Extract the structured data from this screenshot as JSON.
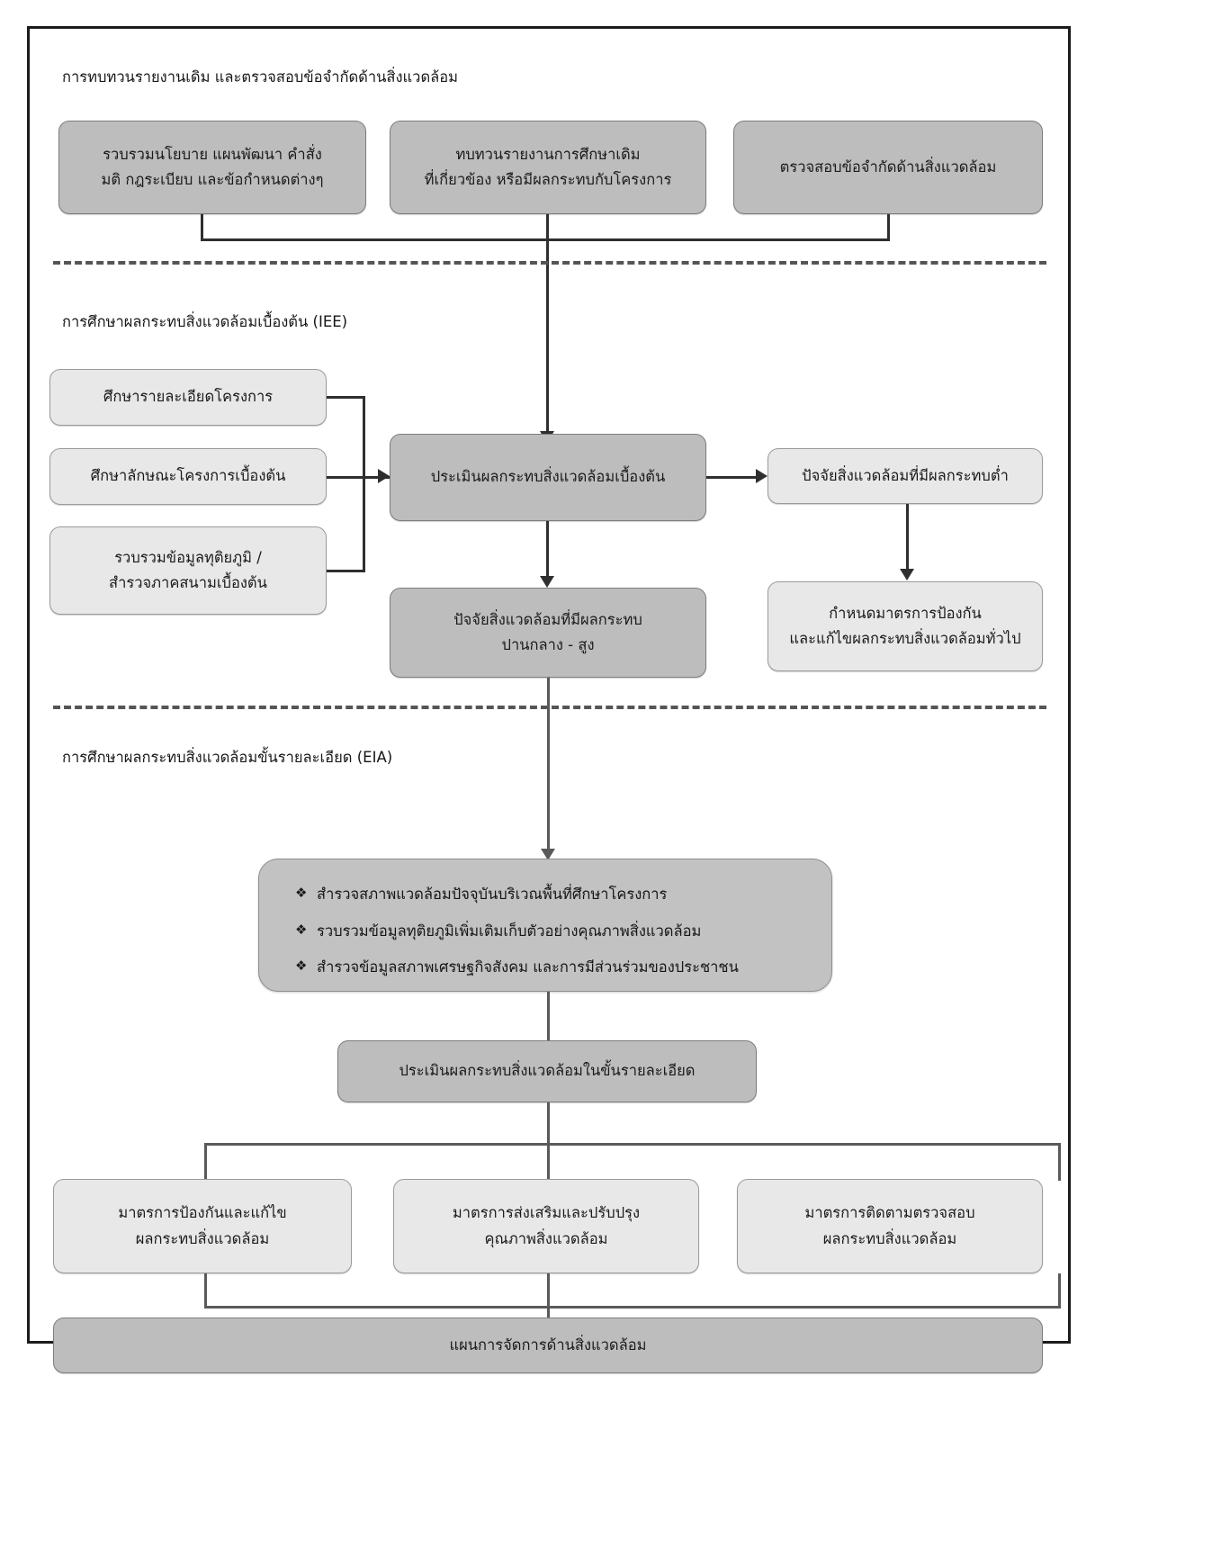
{
  "diagram": {
    "title": "",
    "sections": [
      {
        "id": "review",
        "heading": "การทบทวนรายงานเดิม และตรวจสอบข้อจำกัดด้านสิ่งแวดล้อม",
        "nodes": [
          {
            "id": "collect-policy",
            "style": "dark",
            "lines": [
              "รวบรวมนโยบาย แผนพัฒนา คำสั่ง",
              "มติ กฎระเบียบ และข้อกำหนดต่างๆ"
            ]
          },
          {
            "id": "review-previous-reports",
            "style": "dark",
            "lines": [
              "ทบทวนรายงานการศึกษาเดิม",
              "ที่เกี่ยวข้อง หรือมีผลกระทบกับโครงการ"
            ]
          },
          {
            "id": "check-env-constraints",
            "style": "dark",
            "lines": [
              "ตรวจสอบข้อจำกัดด้านสิ่งแวดล้อม"
            ]
          }
        ]
      },
      {
        "id": "iee",
        "heading": "การศึกษาผลกระทบสิ่งแวดล้อมเบื้องต้น (IEE)",
        "nodes": [
          {
            "id": "study-project-details",
            "style": "light",
            "lines": [
              "ศึกษารายละเอียดโครงการ"
            ]
          },
          {
            "id": "study-project-characteristics",
            "style": "light",
            "lines": [
              "ศึกษาลักษณะโครงการเบื้องต้น"
            ]
          },
          {
            "id": "collect-secondary-data",
            "style": "light",
            "lines": [
              "รวบรวมข้อมูลทุติยภูมิ /",
              "สำรวจภาคสนามเบื้องต้น"
            ]
          },
          {
            "id": "assess-initial-impact",
            "style": "dark",
            "lines": [
              "ประเมินผลกระทบสิ่งแวดล้อมเบื้องต้น"
            ]
          },
          {
            "id": "low-impact-factors",
            "style": "light",
            "lines": [
              "ปัจจัยสิ่งแวดล้อมที่มีผลกระทบต่ำ"
            ]
          },
          {
            "id": "medium-high-impact-factors",
            "style": "dark",
            "lines": [
              "ปัจจัยสิ่งแวดล้อมที่มีผลกระทบ",
              "ปานกลาง - สูง"
            ]
          },
          {
            "id": "general-mitigation-measures",
            "style": "light",
            "lines": [
              "กำหนดมาตรการป้องกัน",
              "และแก้ไขผลกระทบสิ่งแวดล้อมทั่วไป"
            ]
          }
        ]
      },
      {
        "id": "eia",
        "heading": "การศึกษาผลกระทบสิ่งแวดล้อมขั้นรายละเอียด (EIA)",
        "bullet_node": {
          "id": "eia-field-work",
          "bullet_symbol": "❖",
          "items": [
            "สำรวจสภาพแวดล้อมปัจจุบันบริเวณพื้นที่ศึกษาโครงการ",
            "รวบรวมข้อมูลทุติยภูมิเพิ่มเติมเก็บตัวอย่างคุณภาพสิ่งแวดล้อม",
            "สำรวจข้อมูลสภาพเศรษฐกิจสังคม และการมีส่วนร่วมของประชาชน"
          ]
        },
        "nodes": [
          {
            "id": "assess-detailed-impact",
            "style": "dark",
            "lines": [
              "ประเมินผลกระทบสิ่งแวดล้อมในขั้นรายละเอียด"
            ]
          },
          {
            "id": "prevention-correction-measures",
            "style": "light",
            "lines": [
              "มาตรการป้องกันและแก้ไข",
              "ผลกระทบสิ่งแวดล้อม"
            ]
          },
          {
            "id": "promotion-improvement-measures",
            "style": "light",
            "lines": [
              "มาตรการส่งเสริมและปรับปรุง",
              "คุณภาพสิ่งแวดล้อม"
            ]
          },
          {
            "id": "monitoring-measures",
            "style": "light",
            "lines": [
              "มาตรการติดตามตรวจสอบ",
              "ผลกระทบสิ่งแวดล้อม"
            ]
          },
          {
            "id": "env-management-plan",
            "style": "dark",
            "lines": [
              "แผนการจัดการด้านสิ่งแวดล้อม"
            ]
          }
        ]
      }
    ],
    "colors": {
      "dark_fill": "#bdbdbd",
      "light_fill": "#e8e8e8",
      "bullet_fill": "#c2c2c2",
      "border": "#8e8e8e",
      "connector": "#5a5a5a",
      "frame": "#1b1b1b",
      "text": "#1a1a1a"
    }
  }
}
